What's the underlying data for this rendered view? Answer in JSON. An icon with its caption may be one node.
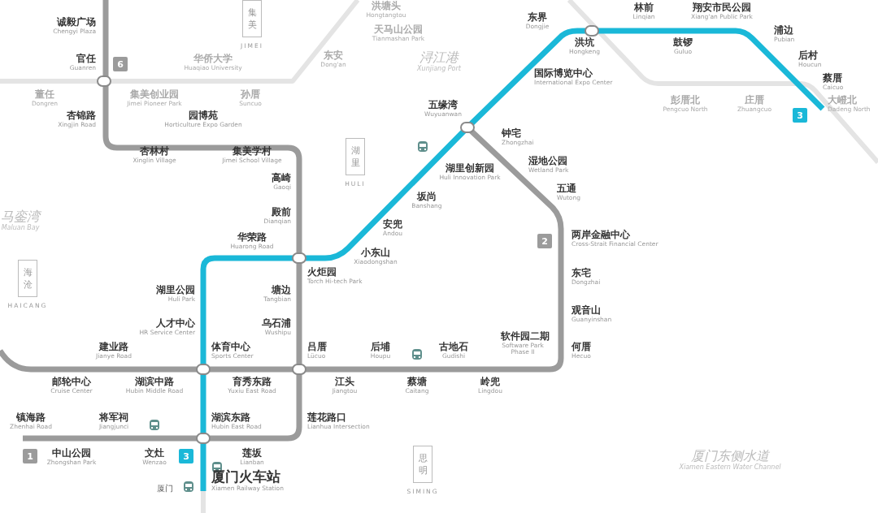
{
  "diagram": {
    "nodes": [
      {
        "text": [
          "集美",
          "JIMEI"
        ]
      },
      {
        "text": [
          "6"
        ]
      },
      {
        "text": [
          "3"
        ]
      },
      {
        "text": [
          "湖里",
          "HULI"
        ]
      },
      {
        "text": [
          "2"
        ]
      },
      {
        "text": [
          "海沧",
          "HAICANG"
        ]
      },
      {
        "text": [
          "1"
        ]
      },
      {
        "text": [
          "3"
        ]
      },
      {
        "text": [
          "思明",
          "SIMING"
        ]
      }
    ],
    "labels": [
      "诚毅广场",
      "Chengyi Plaza",
      "官任",
      "Guanren",
      "华侨大学",
      "Huaqiao University",
      "董任",
      "Dongren",
      "集美创业园",
      "Jimei Pioneer Park",
      "孙厝",
      "Suncuo",
      "杏锦路",
      "Xingjin Road",
      "园博苑",
      "Horticulture Expo Garden",
      "杏林村",
      "Xinglin Village",
      "集美学村",
      "Jimei School Village",
      "高崎",
      "Gaoqi",
      "殿前",
      "Dianqian",
      "华荣路",
      "Huarong Road",
      "洪塘头",
      "Hongtangtou",
      "天马山公园",
      "Tianmashan Park",
      "东安",
      "Dong'an",
      "浔江港",
      "Xunjiang Port",
      "东界",
      "Dongjie",
      "洪坑",
      "Hongkeng",
      "林前",
      "Linqian",
      "翔安市民公园",
      "Xiang'an Public Park",
      "鼓锣",
      "Guluo",
      "浦边",
      "Pubian",
      "后村",
      "Houcun",
      "蔡厝",
      "Caicuo",
      "国际博览中心",
      "International Expo Center",
      "彭厝北",
      "Pengcuo North",
      "庄厝",
      "Zhuangcuo",
      "大嶝北",
      "Dadeng North",
      "五缘湾",
      "Wuyuanwan",
      "钟宅",
      "Zhongzhai",
      "湿地公园",
      "Wetland Park",
      "湖里创新园",
      "Huli Innovation Park",
      "五通",
      "Wutong",
      "坂尚",
      "Banshang",
      "马銮湾",
      "Maluan Bay",
      "安兜",
      "Andou",
      "两岸金融中心",
      "Cross-Strait Financial Center",
      "小东山",
      "Xiaodongshan",
      "火炬园",
      "Torch Hi-tech Park",
      "东宅",
      "Dongzhai",
      "湖里公园",
      "Huli Park",
      "塘边",
      "Tangbian",
      "观音山",
      "Guanyinshan",
      "人才中心",
      "HR Service Center",
      "乌石浦",
      "Wushipu",
      "软件园二期",
      "Software Park Phase II",
      "建业路",
      "Jianye Road",
      "体育中心",
      "Sports Center",
      "吕厝",
      "Lücuo",
      "后埔",
      "Houpu",
      "古地石",
      "Gudishi",
      "何厝",
      "Hecuo",
      "邮轮中心",
      "Cruise Center",
      "湖滨中路",
      "Hubin Middle Road",
      "育秀东路",
      "Yuxiu East Road",
      "江头",
      "Jiangtou",
      "蔡塘",
      "Caitang",
      "岭兜",
      "Lingdou",
      "镇海路",
      "Zhenhai Road",
      "将军祠",
      "Jiangjunci",
      "湖滨东路",
      "Hubin East Road",
      "莲花路口",
      "Lianhua Intersection",
      "中山公园",
      "Zhongshan Park",
      "文灶",
      "Wenzao",
      "莲坂",
      "Lianban",
      "厦门东侧水道",
      "Xiamen Eastern Water Channel",
      "厦门火车站",
      "Xiamen Railway Station",
      "厦门"
    ]
  }
}
